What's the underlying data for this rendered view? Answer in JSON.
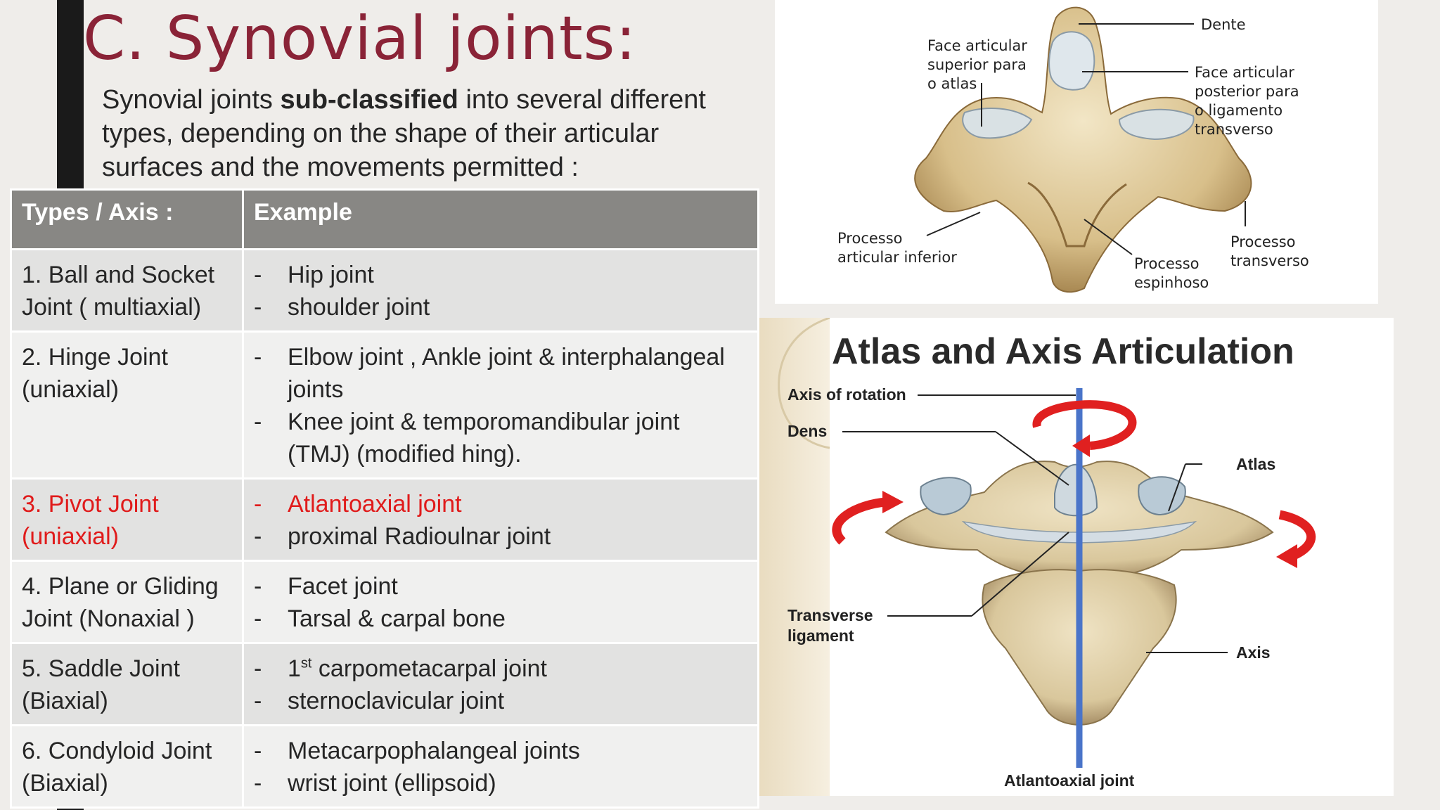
{
  "slide": {
    "title": "C. Synovial joints:",
    "intro": {
      "pre": "Synovial joints ",
      "bold": "sub-classified",
      "post": " into several different types, depending on the shape of their articular surfaces and the movements permitted :"
    }
  },
  "table": {
    "headers": [
      "Types / Axis :",
      "Example"
    ],
    "rows": [
      {
        "type_line1": "1. Ball and Socket",
        "type_line2": "Joint ( multiaxial)",
        "examples": [
          "Hip joint",
          "shoulder joint"
        ]
      },
      {
        "type_line1": "2. Hinge Joint",
        "type_line2": "(uniaxial)",
        "examples": [
          "Elbow joint , Ankle joint & interphalangeal joints",
          "Knee joint & temporomandibular joint (TMJ)  (modified hing)."
        ]
      },
      {
        "type_line1": "3. Pivot Joint",
        "type_line2": "(uniaxial)",
        "examples": [
          "Atlantoaxial joint",
          "proximal Radioulnar joint"
        ]
      },
      {
        "type_line1": "4. Plane or Gliding",
        "type_line2": "Joint (Nonaxial )",
        "examples": [
          "Facet joint",
          "Tarsal & carpal bone"
        ]
      },
      {
        "type_line1": "5. Saddle Joint",
        "type_line2": "(Biaxial)",
        "examples_sup": {
          "num": "1",
          "sup": "st",
          "rest": " carpometacarpal joint"
        },
        "examples": [
          "sternoclavicular joint"
        ]
      },
      {
        "type_line1": "6. Condyloid Joint",
        "type_line2": "(Biaxial)",
        "examples": [
          "Metacarpophalangeal joints",
          "wrist joint (ellipsoid)"
        ]
      }
    ],
    "dash": "-"
  },
  "colors": {
    "title": "#8a2337",
    "highlight": "#e01b1b",
    "header_bg": "#888784",
    "row_odd": "#e2e2e1",
    "row_even": "#f0f0ef",
    "bone": "#e3d3ad",
    "arrow": "#e02020",
    "axis_line": "#4a74c9"
  },
  "axis_figure": {
    "labels": {
      "dente": "Dente",
      "face_sup_1": "Face articular",
      "face_sup_2": "superior para",
      "face_sup_3": "o atlas",
      "face_post_1": "Face articular",
      "face_post_2": "posterior para",
      "face_post_3": "o ligamento",
      "face_post_4": "transverso",
      "proc_inf_1": "Processo",
      "proc_inf_2": "articular inferior",
      "proc_esp_1": "Processo",
      "proc_esp_2": "espinhoso",
      "proc_trans_1": "Processo",
      "proc_trans_2": "transverso"
    }
  },
  "atlas_figure": {
    "title": "Atlas and Axis Articulation",
    "labels": {
      "axis_rotation": "Axis of rotation",
      "dens": "Dens",
      "atlas": "Atlas",
      "transverse_1": "Transverse",
      "transverse_2": "ligament",
      "axis": "Axis",
      "atlantoaxial": "Atlantoaxial joint"
    }
  }
}
